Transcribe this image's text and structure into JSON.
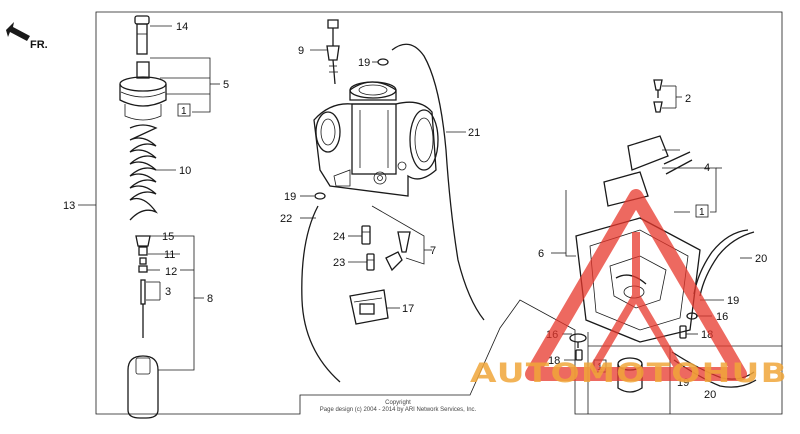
{
  "orientation": {
    "label": "FR.",
    "icon": "front-arrow-icon"
  },
  "callouts": {
    "c14": "14",
    "c5": "5",
    "c10": "10",
    "c13": "13",
    "c15": "15",
    "c11": "11",
    "c12": "12",
    "c3": "3",
    "c8": "8",
    "c9": "9",
    "c19a": "19",
    "c21": "21",
    "c19b": "19",
    "c22": "22",
    "c24": "24",
    "c23": "23",
    "c7": "7",
    "c17": "17",
    "c2": "2",
    "c4": "4",
    "c6": "6",
    "c20a": "20",
    "c19c": "19",
    "c16a": "16",
    "c16b": "16",
    "c18a": "18",
    "c18b": "18",
    "c19d": "19",
    "c20b": "20"
  },
  "boxed_refs": {
    "b1": "1",
    "b2": "1",
    "b3": "1"
  },
  "copyright": {
    "line1": "Copyright",
    "line2": "Page design (c) 2004 - 2014 by ARI Network Services, Inc."
  },
  "watermark": {
    "text": "AUTOMOTOHUB",
    "color_primary": "#f0a63a",
    "color_secondary": "#e8372c",
    "icon": "triangle-logo-icon"
  },
  "colors": {
    "line": "#1a1a1a",
    "background": "#ffffff"
  }
}
